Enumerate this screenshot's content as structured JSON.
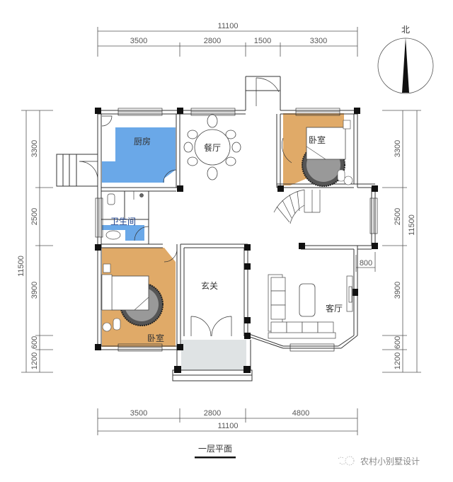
{
  "plan": {
    "title": "一层平面",
    "north_label": "北",
    "watermark": "农村小别墅设计",
    "colors": {
      "kitchen": "#6aa8e8",
      "bathroom": "#6aa8e8",
      "bedroom": "#e0aa68",
      "porch": "#dfe3e4",
      "wall": "#333333",
      "column": "#111111",
      "dimension": "#555555"
    }
  },
  "dimensions": {
    "top_total": "11100",
    "top_segments": [
      "3500",
      "2800",
      "1500",
      "3300"
    ],
    "bottom_segments": [
      "3500",
      "2800",
      "4800"
    ],
    "bottom_total": "11100",
    "left_total": "11500",
    "left_segments": [
      "3300",
      "2500",
      "3900",
      "600",
      "1200"
    ],
    "right_total": "11500",
    "right_segments": [
      "3300",
      "2500",
      "3900",
      "600",
      "1200"
    ],
    "bay_offset": "800"
  },
  "rooms": {
    "kitchen": "厨房",
    "dining": "餐厅",
    "bedroom_ne": "卧室",
    "bathroom": "卫生间",
    "bedroom_sw": "卧室",
    "foyer": "玄关",
    "living": "客厅"
  }
}
